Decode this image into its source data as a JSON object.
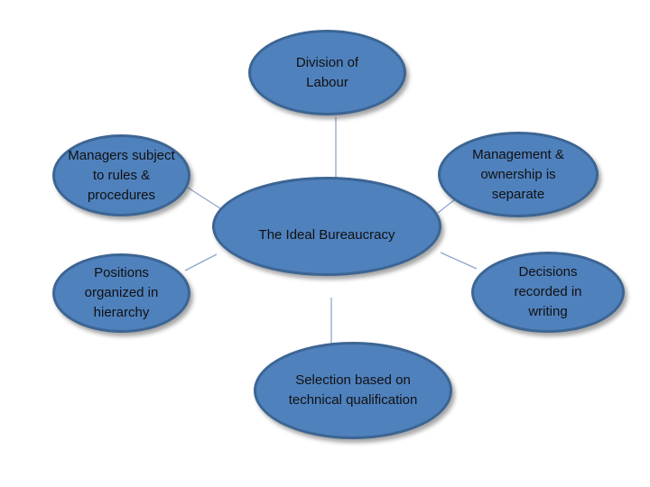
{
  "diagram": {
    "center": "The Ideal Bureaucracy",
    "top": "Division of Labour",
    "top_left": "Managers subject to rules & procedures",
    "top_right": "Management & ownership is separate",
    "mid_left": "Positions organized in hierarchy",
    "mid_right": "Decisions recorded in writing",
    "bottom": "Selection based on technical qualification"
  },
  "colors": {
    "node_fill": "#4f81bd",
    "node_border": "#3c6593",
    "connector": "#8ea6c9",
    "text": "#111111"
  }
}
